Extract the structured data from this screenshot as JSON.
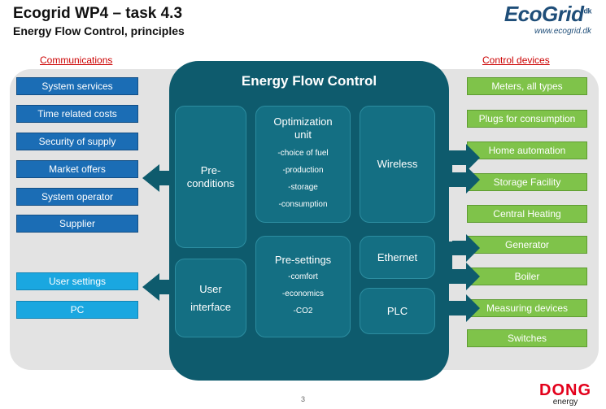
{
  "header": {
    "title": "Ecogrid WP4 – task 4.3",
    "subtitle": "Energy Flow Control, principles",
    "logo_text": "EcoGrid",
    "logo_sup": "dk",
    "logo_url": "www.ecogrid.dk"
  },
  "left": {
    "group_label": "Communications",
    "items": [
      "System services",
      "Time related costs",
      "Security of supply",
      "Market offers",
      "System operator",
      "Supplier"
    ],
    "user_items": [
      "User settings",
      "PC"
    ]
  },
  "right": {
    "group_label": "Control devices",
    "items": [
      "Meters, all types",
      "Plugs for consumption",
      "Home automation",
      "Storage Facility",
      "Central Heating",
      "Generator",
      "Boiler",
      "Measuring devices",
      "Switches"
    ]
  },
  "center": {
    "title": "Energy Flow Control",
    "preconditions": [
      "Pre-",
      "conditions"
    ],
    "optimization": {
      "title_lines": [
        "Optimization",
        "unit"
      ],
      "items": [
        "-choice of fuel",
        "-production",
        "-storage",
        "-consumption"
      ]
    },
    "wireless": "Wireless",
    "presettings": {
      "title": "Pre-settings",
      "items": [
        "-comfort",
        "-economics",
        "-CO2"
      ]
    },
    "ethernet": "Ethernet",
    "user_interface": [
      "User",
      "interface"
    ],
    "plc": "PLC"
  },
  "footer": {
    "page_number": "3",
    "brand": "DONG",
    "brand_sub": "energy"
  },
  "colors": {
    "panel": "#e3e3e3",
    "efc_dark": "#0e5b6d",
    "efc_inner": "#146f83",
    "left_dark_blue": "#1b6db5",
    "left_light_blue": "#1aa7e0",
    "right_green": "#7fc34a",
    "group_label_red": "#cc0000"
  },
  "icons": [
    "arrow-left-icon",
    "arrow-right-icon"
  ]
}
